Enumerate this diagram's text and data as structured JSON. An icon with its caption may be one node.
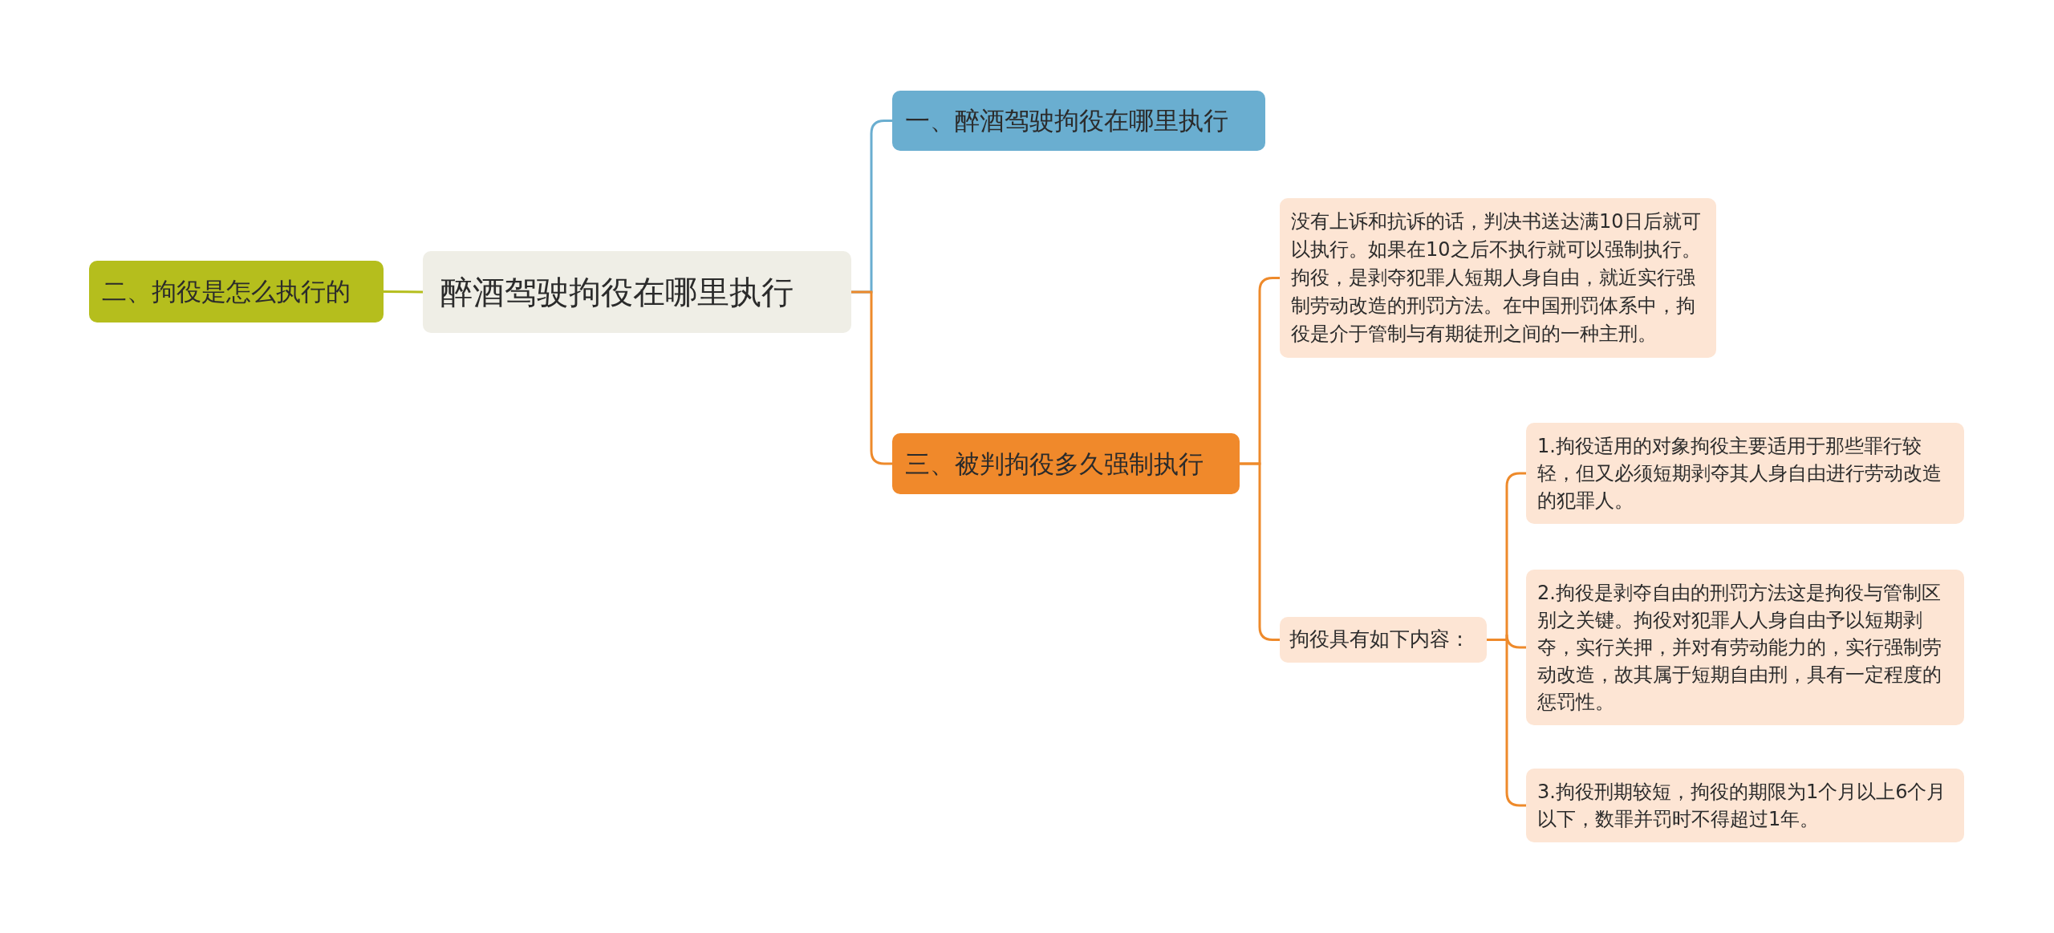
{
  "diagram": {
    "nodes": [
      {
        "text": [
          "醉酒驾驶拘役在哪里执行"
        ]
      },
      {
        "text": [
          "一、醉酒驾驶拘役在哪里执行"
        ]
      },
      {
        "text": [
          "二、拘役是怎么执行的"
        ]
      },
      {
        "text": [
          "三、被判拘役多久强制执行"
        ]
      },
      {
        "text": [
          "没有上诉和抗诉的话，判决书送达满10日后就可以执行。如果在10之后不执行就可以强制执行。拘役，是剥夺犯罪人短期人身自由，就近实行强制劳动改造的刑罚方法。在中国刑罚体系中，拘役是介于管制与有期徒刑之间的一种主刑。"
        ]
      },
      {
        "text": [
          "拘役具有如下内容："
        ]
      },
      {
        "text": [
          "1.拘役适用的对象拘役主要适用于那些罪行较轻，但又必须短期剥夺其人身自由进行劳动改造的犯罪人。"
        ]
      },
      {
        "text": [
          "2.拘役是剥夺自由的刑罚方法这是拘役与管制区别之关键。拘役对犯罪人人身自由予以短期剥夺，实行关押，并对有劳动能力的，实行强制劳动改造，故其属于短期自由刑，具有一定程度的惩罚性。"
        ]
      },
      {
        "text": [
          "3.拘役刑期较短，拘役的期限为1个月以上6个月以下，数罪并罚时不得超过1年。"
        ]
      }
    ],
    "edges": [
      {
        "from": 0,
        "to": 1,
        "arrow": "none",
        "color": "#6aaed0"
      },
      {
        "from": 0,
        "to": 2,
        "arrow": "none",
        "color": "#b5be1d"
      },
      {
        "from": 0,
        "to": 3,
        "arrow": "none"
      },
      {
        "from": 3,
        "to": 4,
        "arrow": "none"
      },
      {
        "from": 3,
        "to": 5,
        "arrow": "none"
      },
      {
        "from": 5,
        "to": 6,
        "arrow": "none"
      },
      {
        "from": 5,
        "to": 7,
        "arrow": "none"
      },
      {
        "from": 5,
        "to": 8,
        "arrow": "none"
      }
    ]
  }
}
